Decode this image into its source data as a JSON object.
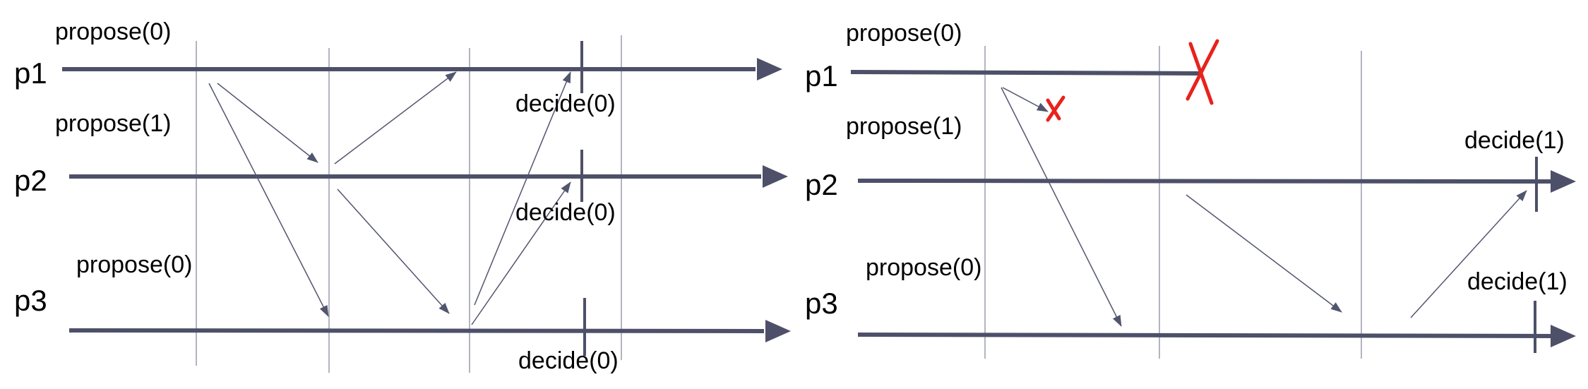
{
  "colors": {
    "timeline": "#4d5068",
    "arrow": "#52556e",
    "round_line": "#9a9cad",
    "crash": "#e8221c"
  },
  "left_diagram": {
    "processes": [
      {
        "label": "p1",
        "proposal": "propose(0)",
        "decision": "decide(0)"
      },
      {
        "label": "p2",
        "proposal": "propose(1)",
        "decision": "decide(0)"
      },
      {
        "label": "p3",
        "proposal": "propose(0)",
        "decision": "decide(0)"
      }
    ]
  },
  "right_diagram": {
    "processes": [
      {
        "label": "p1",
        "proposal": "propose(0)",
        "crashed": true
      },
      {
        "label": "p2",
        "proposal": "propose(1)",
        "decision": "decide(1)"
      },
      {
        "label": "p3",
        "proposal": "propose(0)",
        "decision": "decide(1)"
      }
    ]
  }
}
